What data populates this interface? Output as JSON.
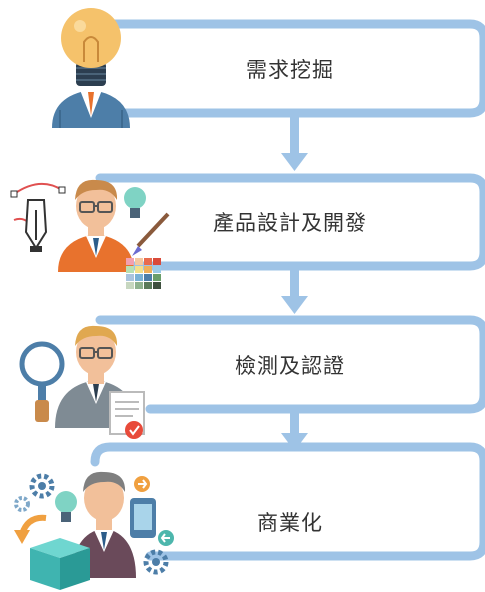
{
  "steps": [
    {
      "label": "需求挖掘"
    },
    {
      "label": "產品設計及開發"
    },
    {
      "label": "檢測及認證"
    },
    {
      "label": "商業化"
    }
  ],
  "colors": {
    "frame": "#9ec3e6",
    "arrow": "#9ec3e6",
    "text": "#333333"
  },
  "icons": [
    "lightbulb-head-person-icon",
    "designer-person-icon",
    "inspector-person-icon",
    "business-person-icon"
  ]
}
